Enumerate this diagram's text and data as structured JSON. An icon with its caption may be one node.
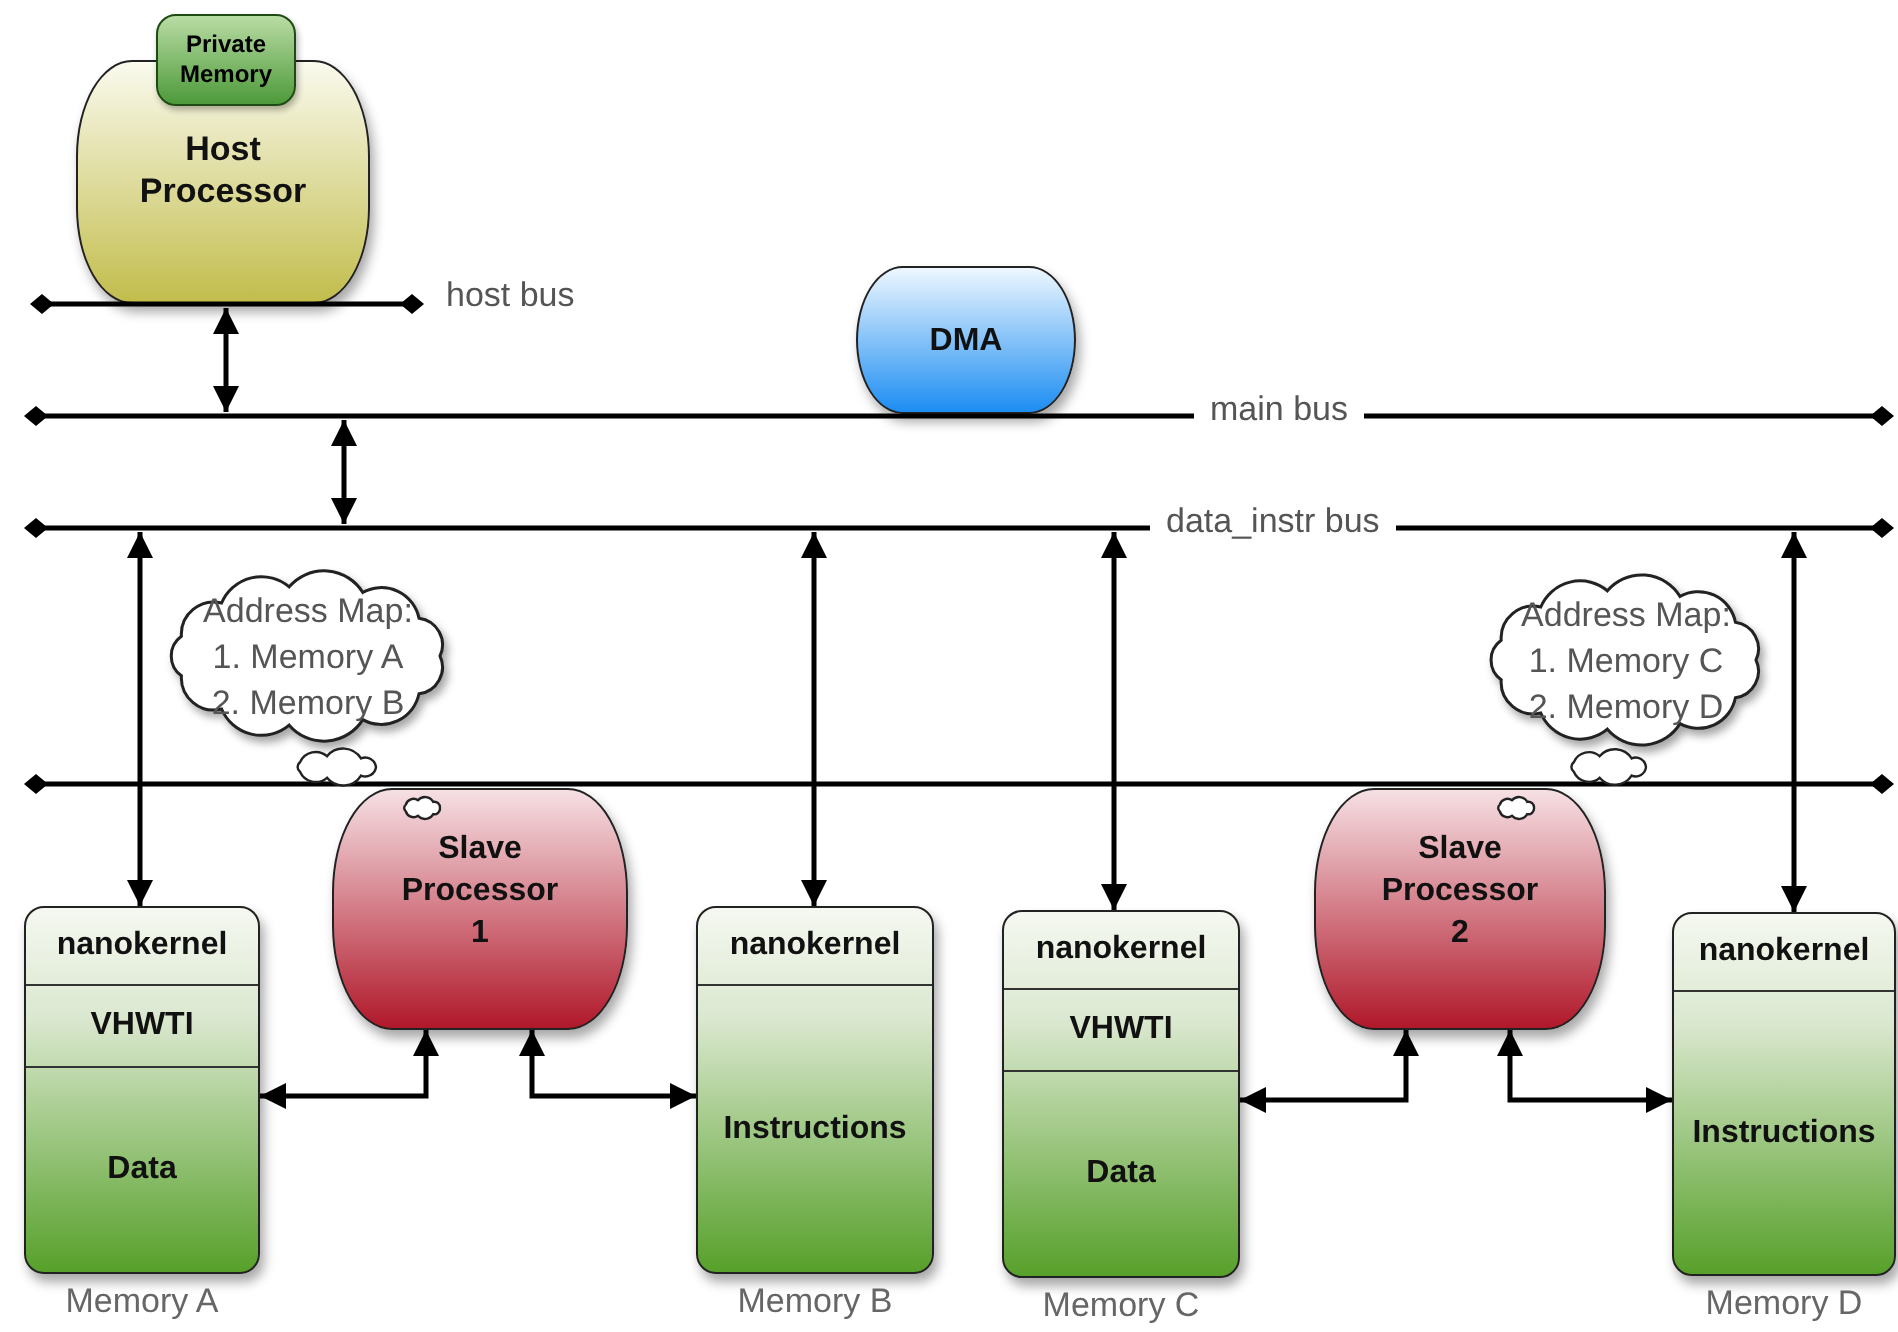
{
  "diagram": {
    "nodes": [
      {
        "text": [
          "Private Memory"
        ]
      },
      {
        "text": [
          "Host Processor"
        ]
      },
      {
        "text": [
          "DMA"
        ]
      },
      {
        "text": [
          "host bus"
        ]
      },
      {
        "text": [
          "main bus"
        ]
      },
      {
        "text": [
          "data_instr bus"
        ]
      },
      {
        "text": [
          "Address Map: 1. Memory A 2. Memory B"
        ]
      },
      {
        "text": [
          "Address Map: 1. Memory C 2. Memory D"
        ]
      },
      {
        "text": [],
        "shape": "bar"
      },
      {
        "text": [
          "nanokernel",
          "VHWTI",
          "Data"
        ],
        "beside": [
          "Memory A"
        ]
      },
      {
        "text": [
          "Slave Processor 1"
        ]
      },
      {
        "text": [
          "nanokernel",
          "Instructions"
        ],
        "beside": [
          "Memory B"
        ]
      },
      {
        "text": [
          "nanokernel",
          "VHWTI",
          "Data"
        ],
        "beside": [
          "Memory C"
        ]
      },
      {
        "text": [
          "Slave Processor 2"
        ]
      },
      {
        "text": [
          "nanokernel",
          "Instructions"
        ],
        "beside": [
          "Memory D"
        ]
      }
    ],
    "edges": [
      {
        "from": 3,
        "to": 4,
        "arrow": "both"
      },
      {
        "from": 4,
        "to": 5,
        "arrow": "both"
      },
      {
        "from": 5,
        "to": 9,
        "arrow": "both"
      },
      {
        "from": 5,
        "to": 11,
        "arrow": "both"
      },
      {
        "from": 5,
        "to": 12,
        "arrow": "both"
      },
      {
        "from": 5,
        "to": 14,
        "arrow": "both"
      },
      {
        "from": 10,
        "to": 9,
        "arrow": "both"
      },
      {
        "from": 10,
        "to": 11,
        "arrow": "both"
      },
      {
        "from": 13,
        "to": 12,
        "arrow": "both"
      },
      {
        "from": 13,
        "to": 14,
        "arrow": "both"
      }
    ]
  }
}
